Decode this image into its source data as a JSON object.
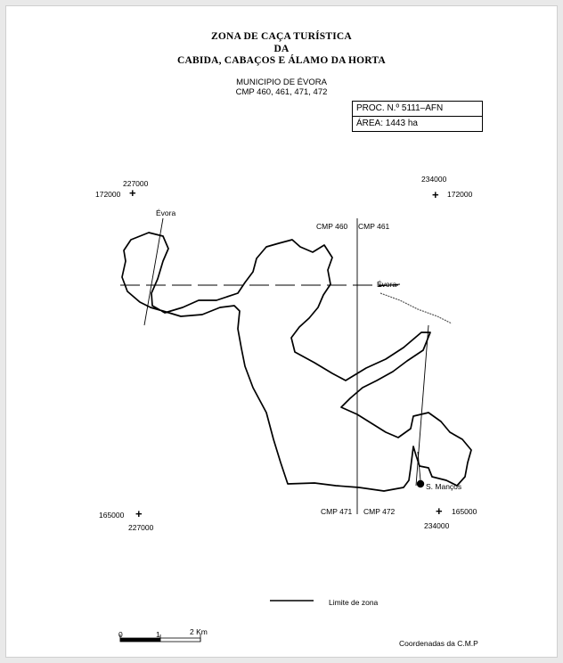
{
  "header": {
    "line1": "ZONA DE CAÇA TURÍSTICA",
    "line2": "DA",
    "line3": "CABIDA, CABAÇOS E ÁLAMO DA HORTA",
    "municipality": "MUNICIPIO DE ÉVORA",
    "cmp_sheets": "CMP 460, 461, 471, 472"
  },
  "info_box": {
    "process": "PROC. N.º 5111–AFN",
    "area": "ÁREA: 1443 ha"
  },
  "coordinates": {
    "tl_x": "227000",
    "tl_y": "172000",
    "tr_x": "234000",
    "tr_y": "172000",
    "bl_x": "227000",
    "bl_y": "165000",
    "br_x": "234000",
    "br_y": "165000",
    "cross_symbol": "+"
  },
  "sheet_labels": {
    "nw": "CMP 460",
    "ne": "CMP 461",
    "sw": "CMP 471",
    "se": "CMP 472"
  },
  "places": {
    "evora_top": "Évora",
    "evora_right": "Évora",
    "s_mancos": "S. Manços"
  },
  "legend": {
    "zone_limit": "Limite de zona"
  },
  "scale": {
    "tick0": "0",
    "tick1": "1",
    "tick2": "2 Km"
  },
  "footer": {
    "coords_note": "Coordenadas da C.M.P"
  },
  "colors": {
    "ink": "#000000",
    "paper": "#ffffff"
  }
}
